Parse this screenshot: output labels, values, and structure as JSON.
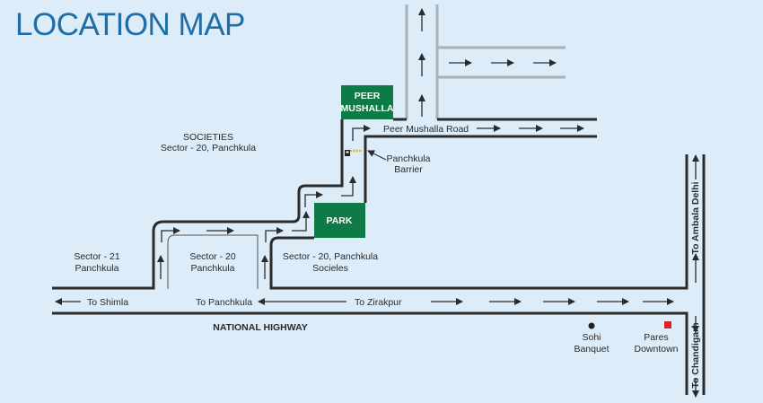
{
  "title": "LOCATION MAP",
  "landmarks": {
    "peer_mushalla": [
      "PEER",
      "MUSHALLA"
    ],
    "park": "PARK",
    "sohi_banquet": [
      "Sohi",
      "Banquet"
    ],
    "pares_downtown": [
      "Pares",
      "Downtown"
    ],
    "panchkula_barrier": [
      "Panchkula",
      "Barrier"
    ]
  },
  "areas": {
    "societies": [
      "SOCIETIES",
      "Sector - 20, Panchkula"
    ],
    "sector21": [
      "Sector - 21",
      "Panchkula"
    ],
    "sector20": [
      "Sector - 20",
      "Panchkula"
    ],
    "sector20_societies": [
      "Sector - 20, Panchkula",
      "Socieles"
    ]
  },
  "roads": {
    "peer_mushalla_road": "Peer Mushalla Road",
    "national_highway": "NATIONAL HIGHWAY",
    "to_shimla": "To Shimla",
    "to_panchkula": "To Panchkula",
    "to_zirakpur": "To Zirakpur",
    "to_ambala_delhi": "To Ambala Delhi",
    "to_chandigarh": "To Chandigarh"
  },
  "colors": {
    "landmark_box": "#0e7a45",
    "pares_marker": "#d9232a",
    "title": "#1f6fa6"
  }
}
